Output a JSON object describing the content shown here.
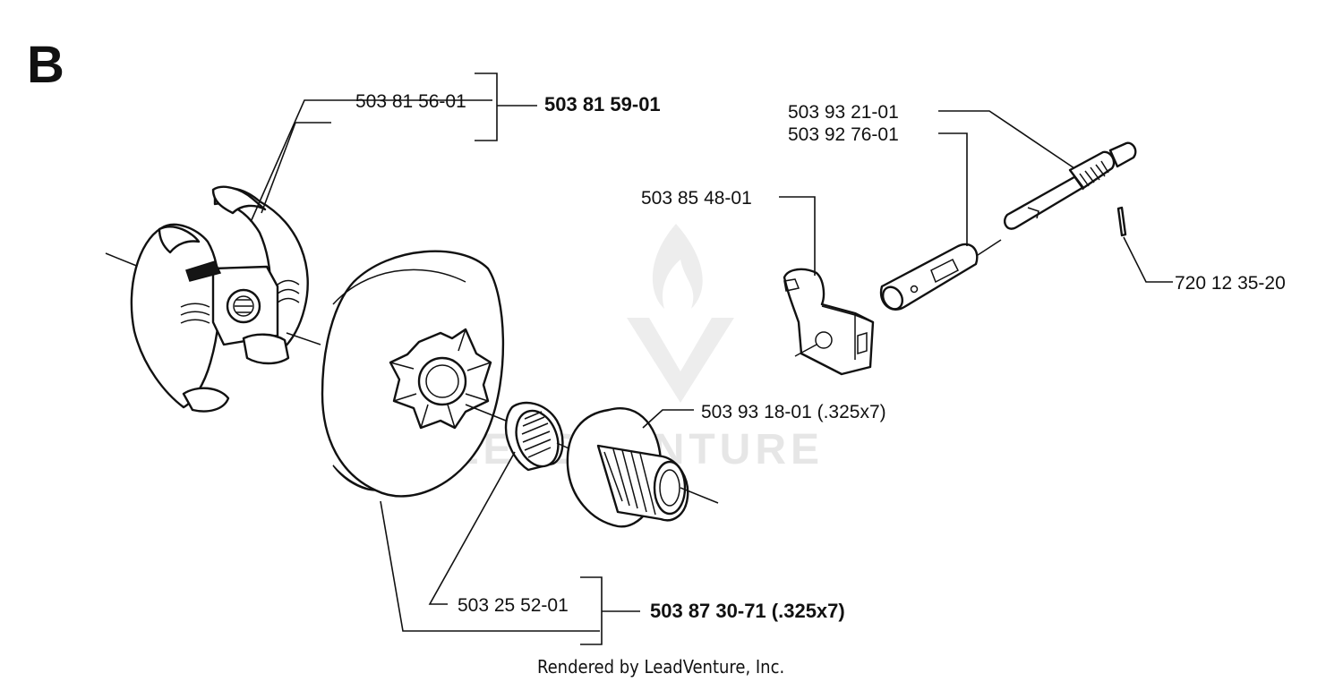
{
  "section_label": "B",
  "parts": {
    "clutch_shoe": "503 81 56-01",
    "clutch_assembly": "503 81 59-01",
    "oil_pump_gear": "503 93 21-01",
    "worm_gear": "503 92 76-01",
    "drive_bracket": "503 85 48-01",
    "pin": "720 12 35-20",
    "washer": "503 93 18-01 (.325x7)",
    "needle_bearing": "503 25 52-01",
    "clutch_drum_assembly": "503 87 30-71 (.325x7)"
  },
  "footer": "Rendered by LeadVenture, Inc.",
  "watermark": "LEADVENTURE"
}
